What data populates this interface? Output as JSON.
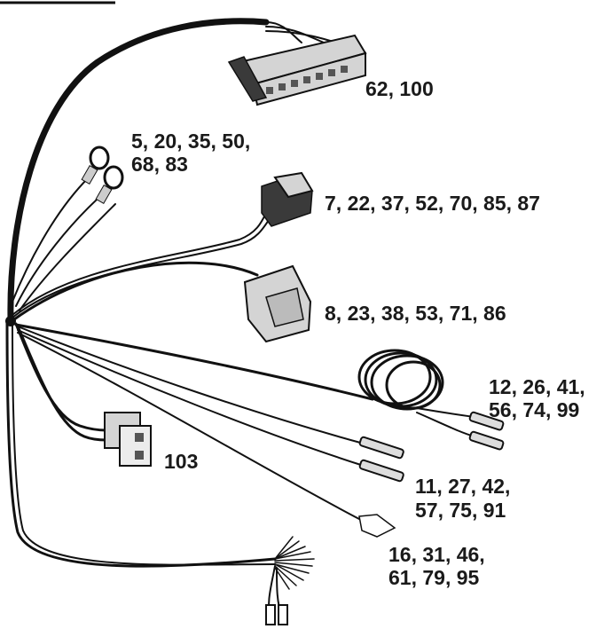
{
  "diagram": {
    "callouts": {
      "c62": "62, 100",
      "c5_line1": "5, 20, 35, 50,",
      "c5_line2": "68, 83",
      "c7": "7, 22, 37, 52, 70, 85, 87",
      "c8": "8, 23, 38, 53, 71, 86",
      "c12_line1": "12, 26, 41,",
      "c12_line2": "56, 74, 99",
      "c103": "103",
      "c11_line1": "11, 27, 42,",
      "c11_line2": "57, 75, 91",
      "c16_line1": "16, 31, 46,",
      "c16_line2": "61, 79, 95"
    },
    "colors": {
      "wire": "#111111",
      "connector": "#d4d4d4",
      "background": "#ffffff"
    }
  }
}
